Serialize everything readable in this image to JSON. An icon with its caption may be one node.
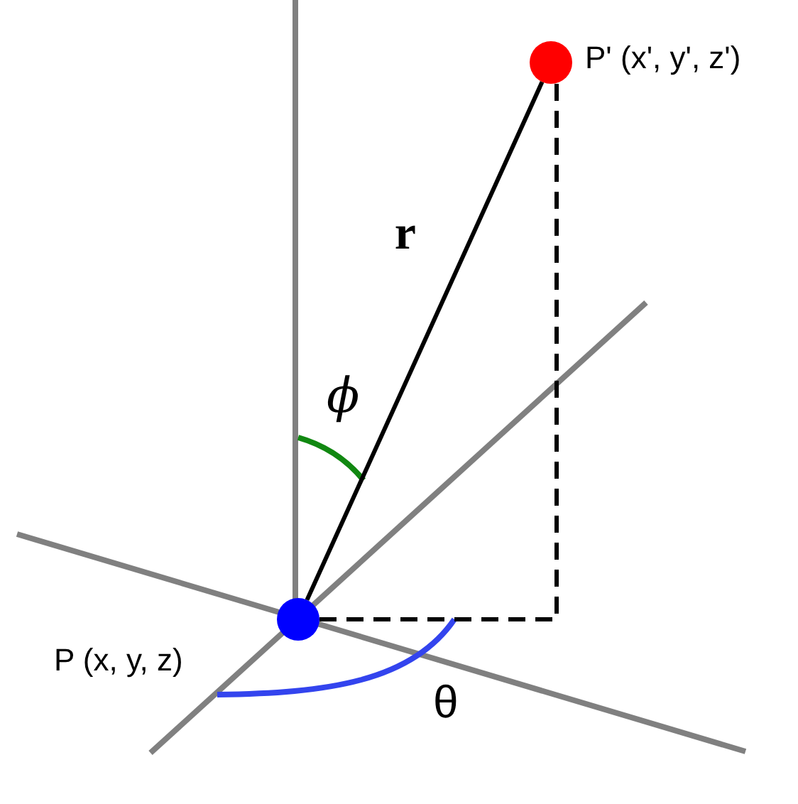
{
  "diagram": {
    "nodes": [
      {
        "text": [],
        "shape": "circle",
        "beside": [
          "P (x, y, z)"
        ]
      },
      {
        "text": [],
        "shape": "circle",
        "beside": [
          "P' (x', y', z')"
        ]
      }
    ],
    "edges": [
      {
        "from": 0,
        "to": 1,
        "arrow": "none",
        "label": "r"
      },
      {
        "from": 0,
        "to": 1,
        "arrow": "none",
        "style": "dashed"
      }
    ],
    "labels": [
      "ϕ",
      "θ"
    ]
  }
}
